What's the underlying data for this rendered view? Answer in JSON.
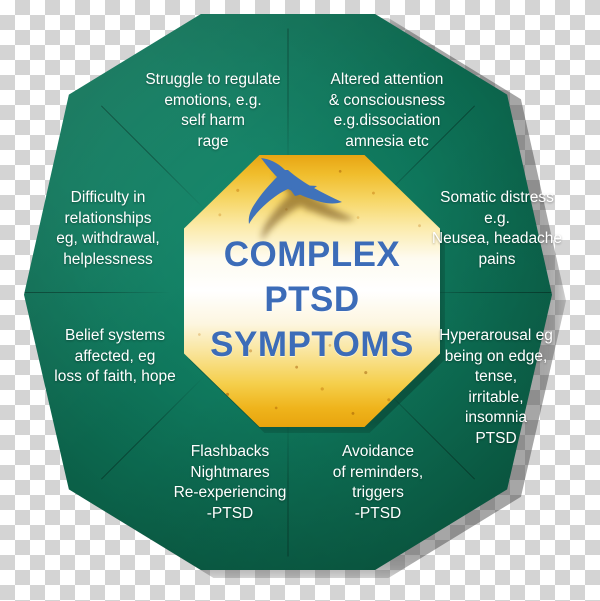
{
  "graphic": {
    "title_lines": [
      "COMPLEX",
      "PTSD",
      "SYMPTOMS"
    ],
    "center_icon": "flying-swallow-bird-icon",
    "colors": {
      "segment_green": "#0f7a5e",
      "segment_green_dark": "#09573f",
      "center_gold": "#e8a513",
      "center_white": "#ffffff",
      "title_blue": "#3c6cb8",
      "label_text": "#ffffff"
    },
    "segments": [
      {
        "id": "struggle-to-regulate-emotions",
        "text": "Struggle to regulate\nemotions, e.g.\nself harm\nrage"
      },
      {
        "id": "altered-attention-consciousness",
        "text": "Altered attention\n& consciousness\ne.g.dissociation\namnesia etc"
      },
      {
        "id": "somatic-distress",
        "text": "Somatic distress\ne.g.\nNeusea, headache\npains"
      },
      {
        "id": "hyperarousal",
        "text": "Hyperarousal eg\nbeing on edge,\ntense,\nirritable,\ninsomnia\nPTSD"
      },
      {
        "id": "avoidance-of-reminders",
        "text": "Avoidance\nof reminders,\ntriggers\n-PTSD"
      },
      {
        "id": "flashbacks-nightmares",
        "text": "Flashbacks\nNightmares\nRe-experiencing\n-PTSD"
      },
      {
        "id": "belief-systems-affected",
        "text": "Belief systems\naffected, eg\nloss of faith, hope"
      },
      {
        "id": "difficulty-in-relationships",
        "text": "Difficulty in\nrelationships\neg, withdrawal,\nhelplessness"
      }
    ]
  }
}
